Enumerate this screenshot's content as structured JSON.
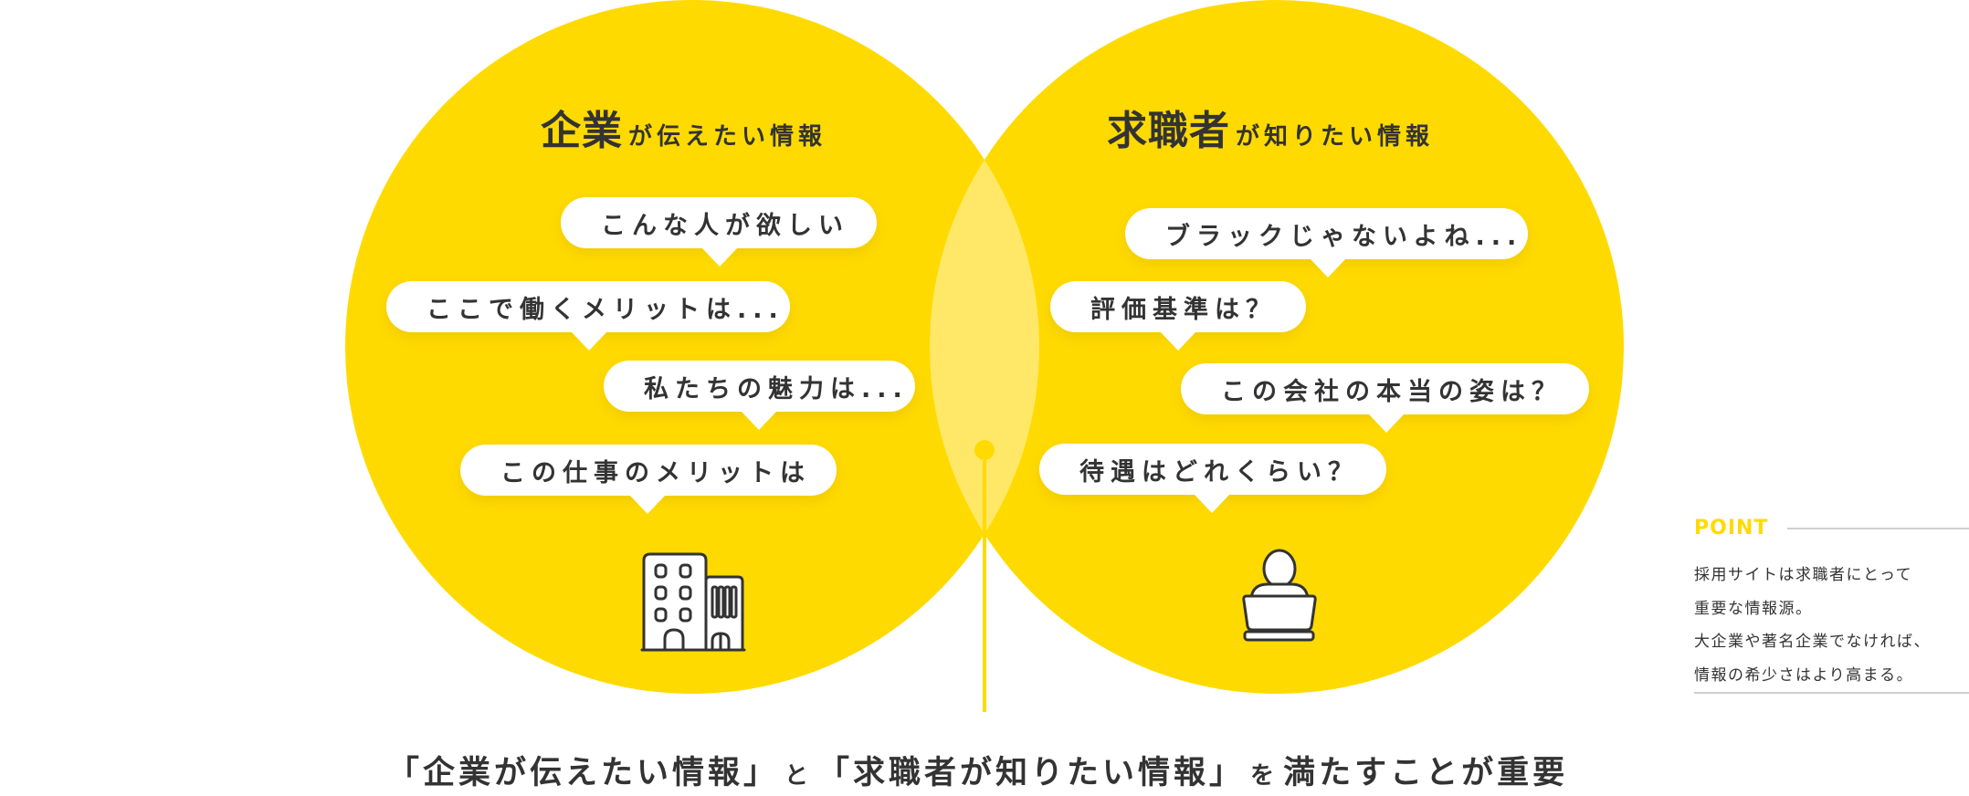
{
  "colors": {
    "yellow": "#FFDA00",
    "lens": "#FFE868",
    "text": "#333333",
    "rule": "#CFCFCF"
  },
  "left_circle": {
    "title_big": "企業",
    "title_small": "が伝えたい情報",
    "bubbles": [
      {
        "text": "こんな人が欲しい"
      },
      {
        "text": "ここで働くメリットは..."
      },
      {
        "text": "私たちの魅力は..."
      },
      {
        "text": "この仕事のメリットは"
      }
    ],
    "icon": "building-icon"
  },
  "right_circle": {
    "title_big": "求職者",
    "title_small": "が知りたい情報",
    "bubbles": [
      {
        "text": "ブラックじゃないよね..."
      },
      {
        "text": "評価基準は？"
      },
      {
        "text": "この会社の本当の姿は？"
      },
      {
        "text": "待遇はどれくらい？"
      }
    ],
    "icon": "person-laptop-icon"
  },
  "conclusion": {
    "part1": "「企業が伝えたい情報」",
    "joiner1": "と",
    "part2": "「求職者が知りたい情報」",
    "joiner2": "を",
    "part3": "満たすことが重要"
  },
  "point": {
    "label": "POINT",
    "lines": [
      "採用サイトは求職者にとって",
      "重要な情報源。",
      "大企業や著名企業でなければ、",
      "情報の希少さはより高まる。"
    ]
  }
}
